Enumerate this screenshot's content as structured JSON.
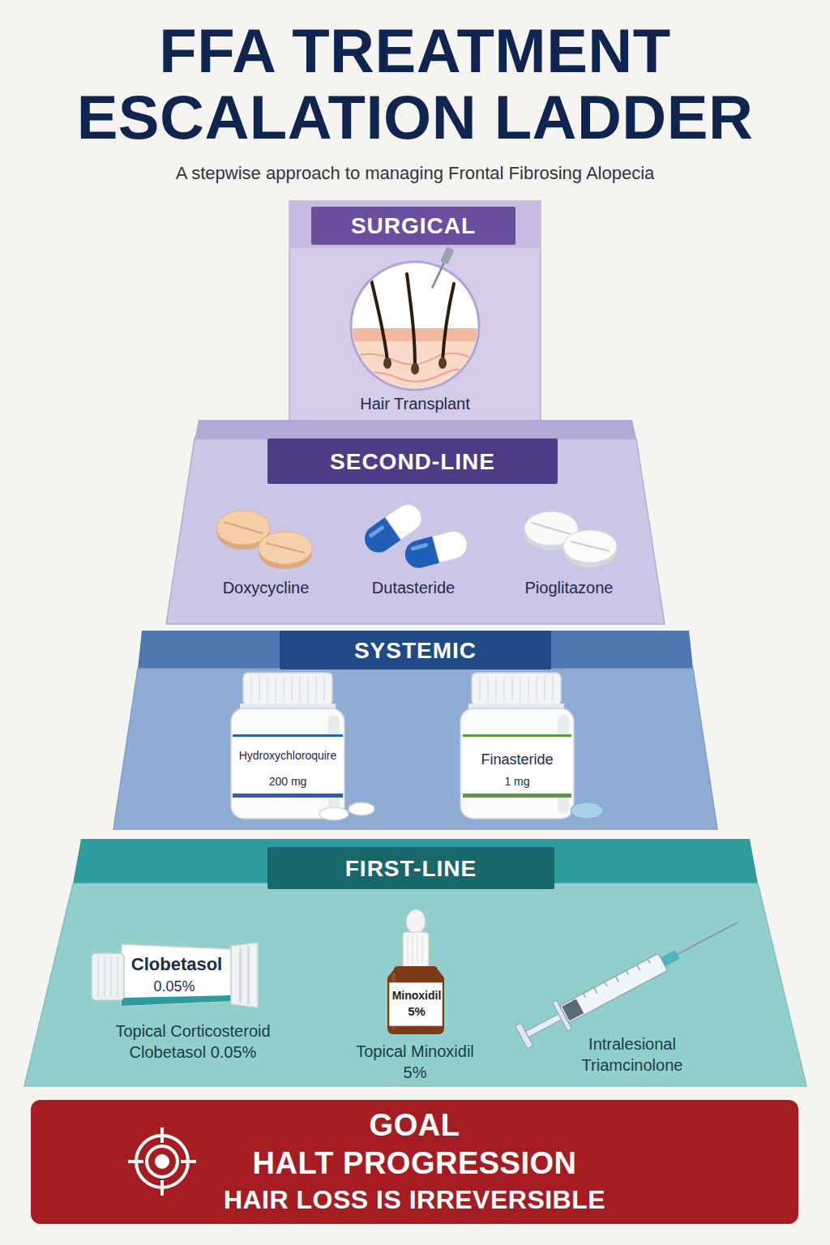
{
  "diagram": {
    "title": "FFA TREATMENT ESCALATION LADDER",
    "caption": "A stepwise approach to managing Frontal Fibrosing Alopecia",
    "nodes": [
      {
        "text": [
          "SURGICAL",
          "Hair Transplant"
        ]
      },
      {
        "text": [
          "SECOND-LINE",
          "Doxycycline",
          "Dutasteride",
          "Pioglitazone"
        ]
      },
      {
        "text": [
          "SYSTEMIC"
        ]
      },
      {
        "text": [
          "Hydroxychloroquire",
          "200 mg"
        ],
        "in": 2
      },
      {
        "text": [
          "Finasteride",
          "1 mg"
        ],
        "in": 2
      },
      {
        "text": [
          "FIRST-LINE",
          "Topical Corticosteroid Clobetasol 0.05%",
          "Topical Minoxidil 5%",
          "Intralesional Triamcinolone"
        ]
      },
      {
        "text": [
          "Clobetasol",
          "0.05%"
        ],
        "in": 5
      },
      {
        "text": [
          "Minoxidil",
          "5%"
        ],
        "in": 5
      },
      {
        "text": [
          "GOAL",
          "HALT PROGRESSION",
          "HAIR LOSS IS IRREVERSIBLE"
        ]
      }
    ]
  }
}
